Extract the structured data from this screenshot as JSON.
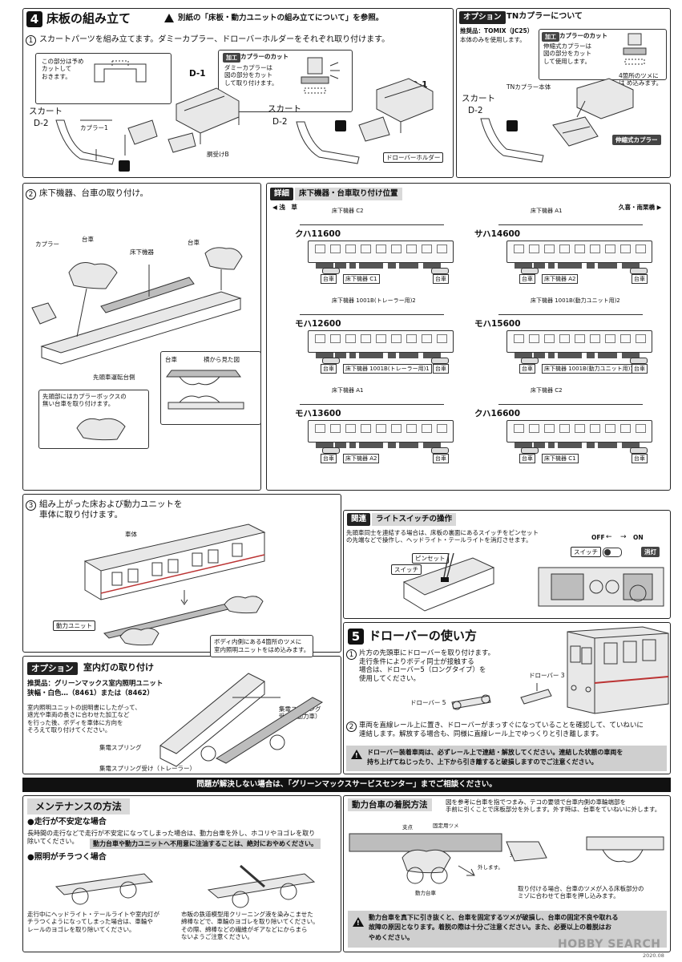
{
  "sec4": {
    "num": "4",
    "title": "床板の組み立て",
    "ref_note": "別紙の「床板・動力ユニットの組み立てについて」を参照。",
    "step1_num": "1",
    "step1_text": "スカートパーツを組み立てます。ダミーカプラー、ドローバーホルダーをそれぞれ取り付けます。",
    "cut_note": "この部分は予め\nカットして\nおきます。",
    "kako_badge": "加工",
    "kako_title": "カプラーのカット",
    "kako_text": "ダミーカプラーは\n図の部分をカット\nして取り付けます。",
    "lbl_d1": "D-1",
    "lbl_skirt": "スカート",
    "lbl_d2": "D-2",
    "lbl_coupler1": "カプラー1",
    "lbl_ukeb": "胴受けB",
    "lbl_d1b": "D-1",
    "lbl_skirt2": "スカート",
    "lbl_d2b": "D-2",
    "lbl_drawbar_holder": "ドローバーホルダー",
    "step2_num": "2",
    "step2_text": "床下機器、台車の取り付け。",
    "lbl_coupler": "カプラー",
    "lbl_daisha1": "台車",
    "lbl_yukashita": "床下機器",
    "lbl_daisha2": "台車",
    "lbl_daisha3": "台車",
    "lbl_side_view": "横から見た図",
    "lbl_front_bogie": "先頭車運転台側",
    "front_note": "先頭部にはカプラーボックスの\n無い台車を取り付けます。",
    "step3_num": "3",
    "step3_text": "組み上がった床および動力ユニットを\n車体に取り付けます。",
    "lbl_body": "車体",
    "lbl_power_unit": "動力ユニット"
  },
  "option_tn": {
    "header_badge": "オプション",
    "header_title": "TNカプラーについて",
    "recommend": "推奨品：TOMIX（JC25）",
    "recommend2": "本体のみを使用します。",
    "kako_badge": "加工",
    "kako_title": "カプラーのカット",
    "kako_text": "伸縮式カプラーは\n図の部分をカット\nして使用します。",
    "lbl_skirt": "スカート",
    "lbl_d2": "D-2",
    "lbl_tn_body": "TNカプラー本体",
    "lbl_claws": "4箇所のツメに\nは め込みます。",
    "lbl_flex": "伸縮式カプラー"
  },
  "detail": {
    "badge": "詳細",
    "title": "床下機器・台車取り付け位置",
    "dir_left": "浅　草",
    "dir_right": "久喜・南栗橋",
    "cars": [
      {
        "name": "クハ11600",
        "top": "床下機器 C2",
        "bottom_left": "台車",
        "bottom_mid": "床下機器 C1",
        "bottom_right": "台車"
      },
      {
        "name": "サハ14600",
        "top": "床下機器 A1",
        "bottom_left": "台車",
        "bottom_mid": "床下機器 A2",
        "bottom_right": "台車"
      },
      {
        "name": "モハ12600",
        "top": "床下機器 1001B(トレーラー用)2",
        "bottom_left": "台車",
        "bottom_mid": "床下機器 1001B(トレーラー用)1",
        "bottom_right": "台車"
      },
      {
        "name": "モハ15600",
        "top": "床下機器 1001B(動力ユニット用)2",
        "bottom_left": "台車",
        "bottom_mid": "床下機器 1001B(動力ユニット用)1",
        "bottom_right": "台車"
      },
      {
        "name": "モハ13600",
        "top": "床下機器 A1",
        "bottom_left": "台車",
        "bottom_mid": "床下機器 A2",
        "bottom_right": "台車"
      },
      {
        "name": "クハ16600",
        "top": "床下機器 C2",
        "bottom_left": "台車",
        "bottom_mid": "床下機器 C1",
        "bottom_right": "台車"
      }
    ]
  },
  "related": {
    "badge": "関連",
    "title": "ライトスイッチの操作",
    "text": "先頭車同士を連結する場合は、床板の裏面にあるスイッチをピンセット\nの先端などで操作し、ヘッドライト・テールライトを消灯させます。",
    "lbl_tweezers": "ピンセット",
    "lbl_switch": "スイッチ",
    "lbl_off": "OFF",
    "lbl_on": "ON",
    "lbl_switch2": "スイッチ",
    "lbl_light_off": "消灯"
  },
  "option_light": {
    "header_badge": "オプション",
    "header_title": "室内灯の取り付け",
    "recommend": "推奨品：グリーンマックス室内照明ユニット",
    "recommend2": "狭幅・白色…（8461）または（8462）",
    "body_text": "室内照明ユニットの説明書にしたがって、\n遮光や車両の長さに合わせた加工など\nを行った後、ボディを車体に方向を\nそろえて取り付けてください。",
    "claws_note": "ボディ内側にある4箇所のツメに\n室内照明ユニットをはめ込みます。",
    "lbl_spring_recv": "集電スプリング\n受け（動力車）",
    "lbl_spring": "集電スプリング",
    "lbl_spring_recv_tr": "集電スプリング受け（トレーラー）"
  },
  "sec5": {
    "num": "5",
    "title": "ドローバーの使い方",
    "s1_num": "1",
    "s1_text": "片方の先頭車にドローバーを取り付けます。\n走行条件によりボディ同士が接触する\n場合は、ドローバー5（ロングタイプ）を\n使用してください。",
    "lbl_db3": "ドローバー 3",
    "lbl_db5": "ドローバー 5",
    "s2_num": "2",
    "s2_text": "車両を直線レール上に置き、ドローバーがまっすぐになっていることを確認して、ていねいに\n連結します。解放する場合も、同様に直線レール上でゆっくりと引き離します。",
    "warning": "ドローバー装着車両は、必ずレール上で連結・解放してください。連結した状態の車両を\n持ち上げてねじったり、上下から引き離すると破損しますのでご注意ください。"
  },
  "service_bar": "問題が解決しない場合は、「グリーンマックスサービスセンター」までご相談ください。",
  "maint": {
    "title": "メンテナンスの方法",
    "s1_title": "●走行が不安定な場合",
    "s1_text": "長時間の走行などで走行が不安定になってしまった場合は、動力台車を外し、ホコリやヨゴレを取り\n除いてください。",
    "s1_warn": "動力台車や動力ユニットへ不用意に注油することは、絶対におやめください。",
    "s2_title": "●照明がチラつく場合",
    "s2_text_left": "走行中にヘッドライト・テールライトや室内灯が\nチラつくようになってしまった場合は、車輪や\nレールのヨゴレを取り除いてください。",
    "s2_text_right": "市販の鉄道模型用クリーニング液を染みこませた\n綿棒などで、車輪のヨゴレを取り除いてください。\nその際、綿棒などの繊維がギアなどにからまら\nないようご注意ください。"
  },
  "bogie": {
    "title": "動力台車の着脱方法",
    "text": "図を参考に台車を指でつまみ、テコの要領で台車内側の車輪端部を\n手前に引くことで床板部分を外します。外す時は、台車をていねいに外します。",
    "lbl_fulcrum": "支点",
    "lbl_fixed_claw": "固定用ツメ",
    "lbl_remove": "外します。",
    "lbl_power_bogie": "動力台車",
    "lbl_fulcrum2": "支点",
    "attach_text": "取り付ける場合、台車のツメが入る床板部分の\nミゾに合わせて台車を押し込みます。",
    "warning": "動力台車を真下に引き抜くと、台車を固定するツメが破損し、台車の固定不良や取れる\n故障の原因となります。着脱の際は十分ご注意ください。また、必要以上の着脱はお\nやめください。"
  },
  "watermark": "HOBBY SEARCH",
  "date": "2020.08"
}
